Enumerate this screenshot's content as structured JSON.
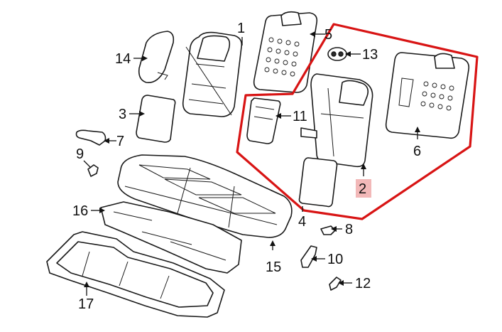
{
  "diagram": {
    "highlighted_region_color": "#d81414",
    "highlight_label_color": "#f2b8b8",
    "callouts": [
      {
        "id": "c1",
        "label": "1"
      },
      {
        "id": "c2",
        "label": "2"
      },
      {
        "id": "c3",
        "label": "3"
      },
      {
        "id": "c4",
        "label": "4"
      },
      {
        "id": "c5",
        "label": "5"
      },
      {
        "id": "c6",
        "label": "6"
      },
      {
        "id": "c7",
        "label": "7"
      },
      {
        "id": "c8",
        "label": "8"
      },
      {
        "id": "c9",
        "label": "9"
      },
      {
        "id": "c10",
        "label": "10"
      },
      {
        "id": "c11",
        "label": "11"
      },
      {
        "id": "c12",
        "label": "12"
      },
      {
        "id": "c13",
        "label": "13"
      },
      {
        "id": "c14",
        "label": "14"
      },
      {
        "id": "c15",
        "label": "15"
      },
      {
        "id": "c16",
        "label": "16"
      },
      {
        "id": "c17",
        "label": "17"
      }
    ]
  }
}
